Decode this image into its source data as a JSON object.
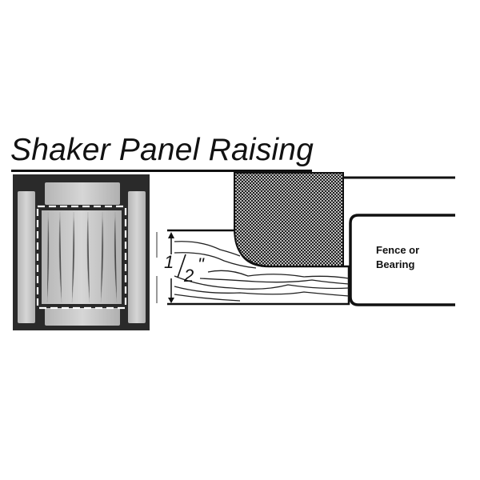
{
  "title": "Shaker Panel Raising",
  "diagram": {
    "dimension_label_numerator": "1",
    "dimension_label_denominator": "2",
    "dimension_label_unit": "\"",
    "fence_label_line1": "Fence or",
    "fence_label_line2": "Bearing"
  }
}
